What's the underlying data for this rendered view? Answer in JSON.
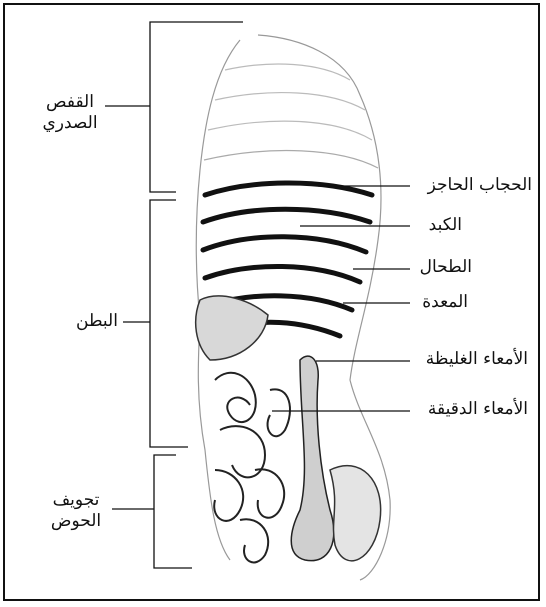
{
  "left_labels": {
    "thoracic_cage": [
      "القفص",
      "الصدري"
    ],
    "abdomen": "البطن",
    "pelvic_cavity": [
      "تجويف",
      "الحوض"
    ]
  },
  "right_labels": {
    "diaphragm": "الحجاب الحاجز",
    "liver": "الكبد",
    "spleen": "الطحال",
    "stomach": "المعدة",
    "large_intestine": "الأمعاء الغليظة",
    "small_intestine": "الأمعاء الدقيقة"
  }
}
